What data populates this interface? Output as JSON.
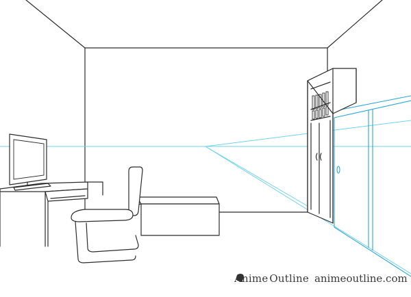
{
  "watermark": {
    "brand_left": "Anime",
    "brand_right": "Outline",
    "site": "animeoutline.com",
    "logo_icon": "head-silhouette-icon"
  },
  "colors": {
    "ink": "#2b2b2b",
    "guide_light": "#6fd3ea",
    "guide_dark": "#2aa6d6",
    "background": "#ffffff"
  }
}
